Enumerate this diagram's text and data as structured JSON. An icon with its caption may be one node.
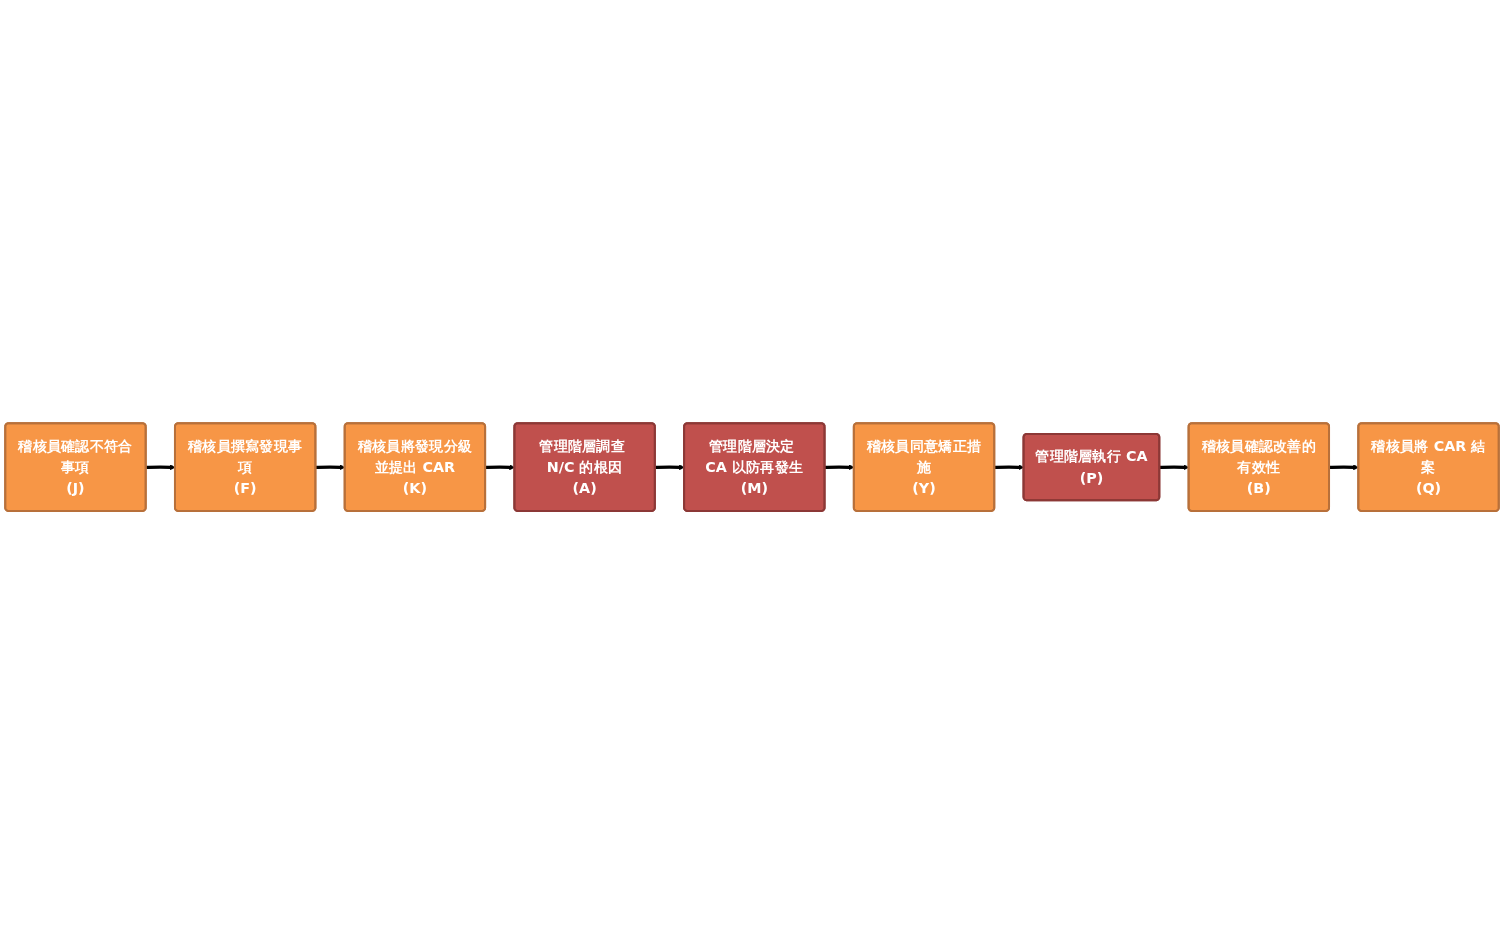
{
  "diagram": {
    "nodes": [
      {
        "text": [
          "稽核員確認不符合事項",
          "(J)"
        ]
      },
      {
        "text": [
          "稽核員撰寫發現事項",
          "(F)"
        ]
      },
      {
        "text": [
          "稽核員將發現分級並提出 CAR",
          "(K)"
        ]
      },
      {
        "text": [
          "稽核員同意矯正措施",
          "(Y)"
        ]
      },
      {
        "text": [
          "管理階層決定 CA 以防再發生",
          "(M)"
        ]
      },
      {
        "text": [
          "管理階層調查 N/C 的根因",
          "(A)"
        ]
      },
      {
        "text": [
          "管理階層執行 CA",
          "(P)"
        ]
      },
      {
        "text": [
          "稽核員確認改善的有效性",
          "(B)"
        ]
      },
      {
        "text": [
          "稽核員將 CAR 結案",
          "(Q)"
        ]
      }
    ],
    "edges": [
      {
        "from": 0,
        "to": 1,
        "arrow": "to"
      },
      {
        "from": 1,
        "to": 2,
        "arrow": "to"
      },
      {
        "from": 2,
        "to": 5,
        "arrow": "to"
      },
      {
        "from": 5,
        "to": 4,
        "arrow": "to"
      },
      {
        "from": 4,
        "to": 3,
        "arrow": "to"
      },
      {
        "from": 3,
        "to": 6,
        "arrow": "to"
      },
      {
        "from": 6,
        "to": 7,
        "arrow": "to"
      },
      {
        "from": 7,
        "to": 8,
        "arrow": "to"
      }
    ]
  }
}
